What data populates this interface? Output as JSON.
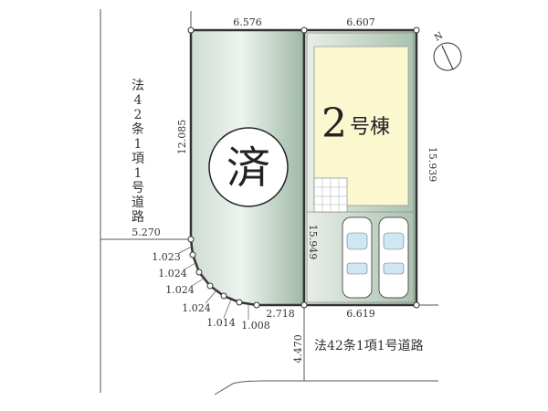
{
  "colors": {
    "lot_green": "#9db8a5",
    "building_yellow": "#fbf7cf",
    "line": "#333333"
  },
  "sold_mark": "済",
  "building_label": {
    "number": "2",
    "suffix": "号棟"
  },
  "north_label": "N",
  "roads": {
    "left": "法42条1項1号道路",
    "bottom": "法42条1項1号道路"
  },
  "dimensions": {
    "top_left": "6.576",
    "top_right": "6.607",
    "left_side": "12.085",
    "right_side": "15.939",
    "middle": "15.949",
    "road_left": "5.270",
    "bottom_right": "6.619",
    "bottom_mid": "2.718",
    "road_width": "4.470",
    "arc": [
      "1.023",
      "1.024",
      "1.024",
      "1.024",
      "1.014",
      "1.008"
    ]
  }
}
